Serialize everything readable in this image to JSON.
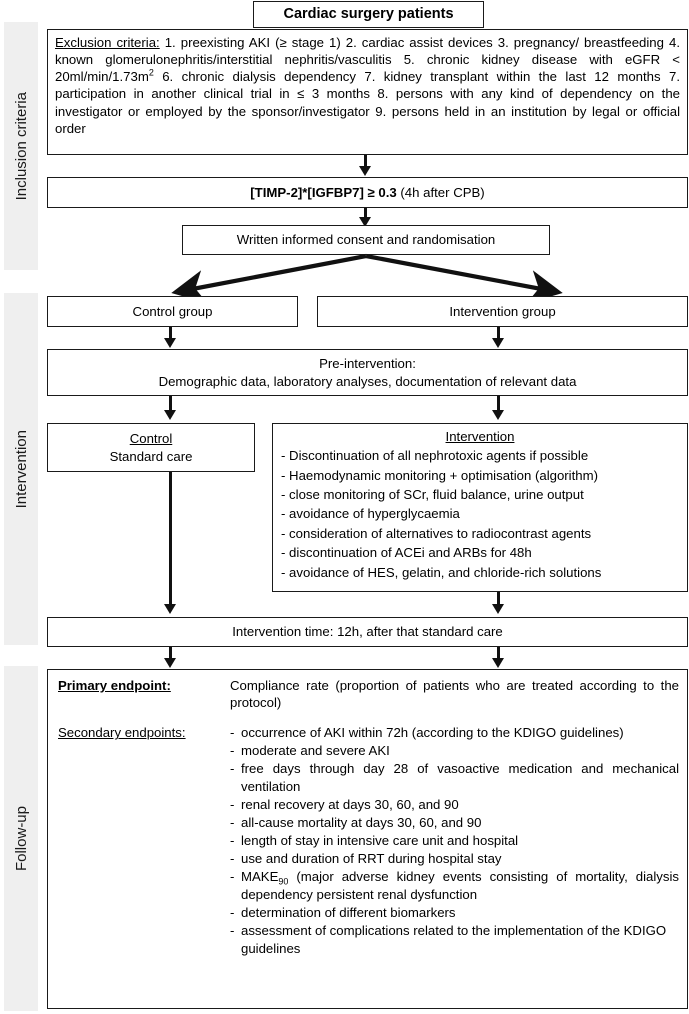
{
  "phases": [
    {
      "id": "inclusion",
      "label": "Inclusion criteria"
    },
    {
      "id": "intervention",
      "label": "Intervention"
    },
    {
      "id": "followup",
      "label": "Follow-up"
    }
  ],
  "title_box": {
    "label": "Cardiac surgery patients"
  },
  "exclusion": {
    "heading": "Exclusion criteria:",
    "text": " 1. preexisting AKI (≥ stage 1) 2. cardiac assist devices 3. pregnancy/ breastfeeding 4. known glomerulonephritis/interstitial nephritis/vasculitis 5. chronic kidney disease with eGFR < 20ml/min/1.73m",
    "sup": "2",
    "text2": " 6. chronic dialysis dependency 7. kidney transplant within the last 12 months 7. participation in another clinical trial in ≤ 3 months 8. persons with any kind of dependency on the investigator or employed by the sponsor/investigator 9. persons held in an institution by legal or official order"
  },
  "biomarker": {
    "bold": "[TIMP-2]*[IGFBP7] ≥ 0.3",
    "normal": " (4h after CPB)"
  },
  "consent": {
    "label": "Written informed consent and randomisation"
  },
  "groups": {
    "control": "Control group",
    "intervention": "Intervention group"
  },
  "pre_intervention": {
    "line1": "Pre-intervention:",
    "line2": "Demographic data, laboratory analyses, documentation of relevant data"
  },
  "control_arm": {
    "heading": "Control",
    "body": "Standard care"
  },
  "intervention_arm": {
    "heading": "Intervention",
    "items": [
      "- Discontinuation of all nephrotoxic agents if possible",
      "- Haemodynamic monitoring + optimisation (algorithm)",
      "- close monitoring of SCr, fluid balance, urine output",
      "- avoidance of hyperglycaemia",
      "- consideration of alternatives to radiocontrast agents",
      "- discontinuation of ACEi and ARBs for 48h",
      "- avoidance of HES, gelatin, and chloride-rich solutions"
    ]
  },
  "intervention_time": {
    "label": "Intervention time: 12h, after that standard care"
  },
  "endpoints": {
    "primary_label": "Primary endpoint:",
    "primary_text": "Compliance rate (proportion of patients who are treated according to the protocol)",
    "secondary_label": "Secondary endpoints:",
    "secondary_items": [
      {
        "text": "occurrence of AKI within 72h (according to the KDIGO guidelines)",
        "justify": true
      },
      {
        "text": "moderate and severe AKI",
        "justify": false
      },
      {
        "text": "free days through day 28 of vasoactive medication and mechanical ventilation",
        "justify": true
      },
      {
        "text": "renal recovery at days 30, 60, and 90",
        "justify": false
      },
      {
        "text": "all-cause mortality at days 30, 60, and 90",
        "justify": false
      },
      {
        "text": "length of stay in intensive care unit and hospital",
        "justify": false
      },
      {
        "text": "use and duration of RRT during hospital stay",
        "justify": false
      },
      {
        "text": "MAKE90 (major adverse kidney events consisting of mortality, dialysis dependency persistent renal dysfunction",
        "justify": true,
        "subscript": "90",
        "prefix": "MAKE",
        "suffix": " (major adverse kidney events consisting of mortality, dialysis dependency persistent renal dysfunction"
      },
      {
        "text": "determination of different biomarkers",
        "justify": false
      },
      {
        "text": "assessment of complications related to the implementation of the KDIGO guidelines",
        "justify": false
      }
    ]
  },
  "colors": {
    "band_bg": "#efefef",
    "line": "#111111",
    "border": "#1a1a1a"
  }
}
